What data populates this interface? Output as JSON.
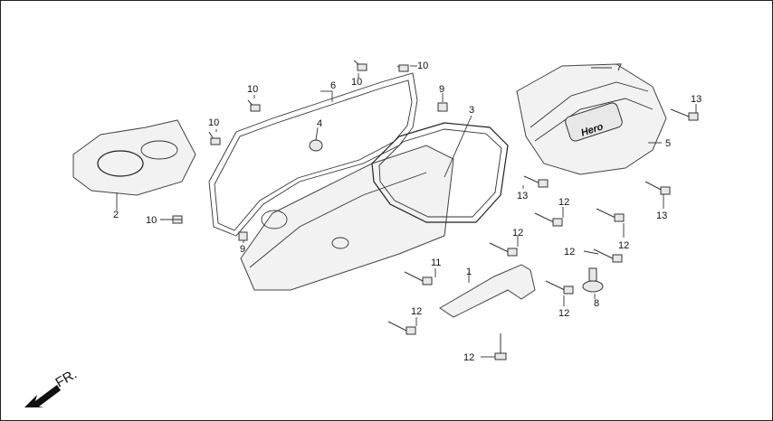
{
  "callouts": [
    {
      "id": "c1",
      "text": "1"
    },
    {
      "id": "c2",
      "text": "2"
    },
    {
      "id": "c3",
      "text": "3"
    },
    {
      "id": "c4",
      "text": "4"
    },
    {
      "id": "c5",
      "text": "5"
    },
    {
      "id": "c6",
      "text": "6"
    },
    {
      "id": "c7",
      "text": "7"
    },
    {
      "id": "c8",
      "text": "8"
    },
    {
      "id": "c9a",
      "text": "9"
    },
    {
      "id": "c9b",
      "text": "9"
    },
    {
      "id": "c10a",
      "text": "10"
    },
    {
      "id": "c10b",
      "text": "10"
    },
    {
      "id": "c10c",
      "text": "10"
    },
    {
      "id": "c10d",
      "text": "10"
    },
    {
      "id": "c10e",
      "text": "10"
    },
    {
      "id": "c11",
      "text": "11"
    },
    {
      "id": "c12a",
      "text": "12"
    },
    {
      "id": "c12b",
      "text": "12"
    },
    {
      "id": "c12c",
      "text": "12"
    },
    {
      "id": "c12d",
      "text": "12"
    },
    {
      "id": "c12e",
      "text": "12"
    },
    {
      "id": "c12f",
      "text": "12"
    },
    {
      "id": "c12g",
      "text": "12"
    },
    {
      "id": "c13a",
      "text": "13"
    },
    {
      "id": "c13b",
      "text": "13"
    },
    {
      "id": "c13c",
      "text": "13"
    }
  ],
  "direction_label": "FR.",
  "logo_text": "Hero"
}
